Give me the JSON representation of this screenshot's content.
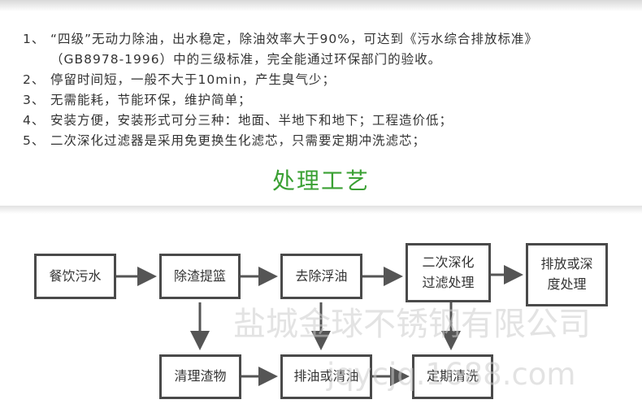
{
  "features": [
    {
      "num": "1、",
      "text": "“四级”无动力除油，出水稳定，除油效率大于90%，可达到《污水综合排放标准》"
    },
    {
      "num": "",
      "text": "（GB8978-1996）中的三级标准，完全能通过环保部门的验收。"
    },
    {
      "num": "2、",
      "text": "停留时间短，一般不大于10min，产生臭气少；"
    },
    {
      "num": "3、",
      "text": "无需能耗，节能环保，维护简单；"
    },
    {
      "num": "4、",
      "text": "安装方便，安装形式可分三种：地面、半地下和地下；工程造价低；"
    },
    {
      "num": "5、",
      "text": "二次深化过滤器是采用免更换生化滤芯，只需要定期冲洗滤芯；"
    }
  ],
  "section_title": "处理工艺",
  "flow": {
    "nodes": {
      "wastewater": "餐饮污水",
      "slag_basket": "除渣提篮",
      "oil_removal": "去除浮油",
      "secondary_filter": [
        "二次深化",
        "过滤处理"
      ],
      "discharge": [
        "排放或深",
        "度处理"
      ],
      "clean_slag": "清理渣物",
      "oil_drain": "排油或清油",
      "periodic_clean": "定期清洗"
    }
  },
  "watermark": {
    "company": "盐城金球不锈钢有限公司",
    "site": "jqycjq.1688.com"
  },
  "colors": {
    "title_green": "#3aa033",
    "box_border": "#4a4a4a",
    "arrow": "#555555",
    "text": "#333333"
  }
}
